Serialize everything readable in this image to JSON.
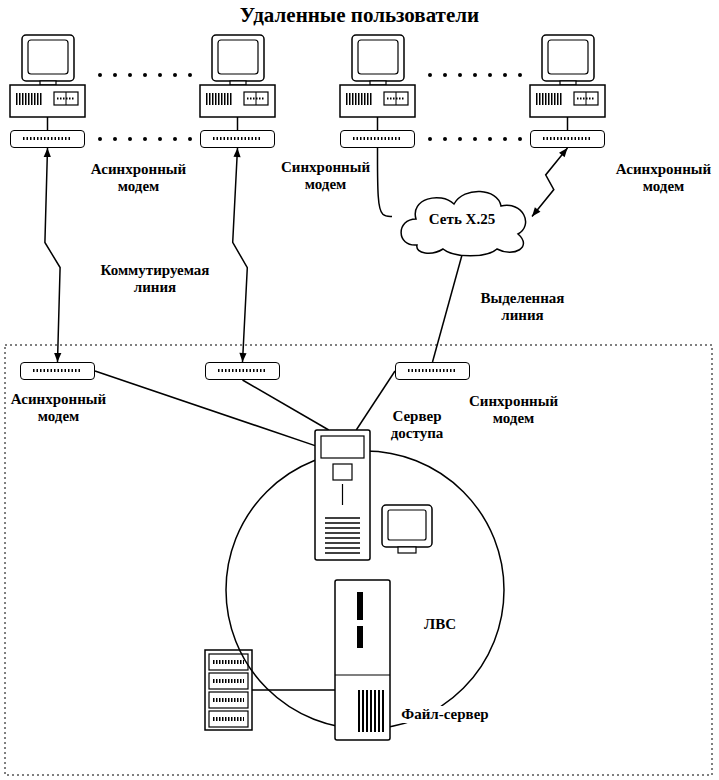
{
  "diagram": {
    "title": "Удаленные пользователи",
    "nodes": [
      {
        "text": [
          "Асинхронный модем"
        ]
      },
      {
        "text": []
      },
      {
        "text": [
          "Синхронный модем"
        ]
      },
      {
        "text": [
          "Асинхронный модем"
        ]
      },
      {
        "text": [
          "Сеть X.25"
        ]
      },
      {
        "text": [
          "Асинхронный модем"
        ]
      },
      {
        "text": []
      },
      {
        "text": [
          "Синхронный модем"
        ]
      },
      {
        "text": [
          "Сервер доступа"
        ]
      },
      {
        "text": [
          "ЛВС"
        ]
      },
      {
        "text": [
          "Файл-сервер"
        ]
      }
    ],
    "edges": [
      {
        "from": 0,
        "to": 5,
        "arrow": "both"
      },
      {
        "from": 1,
        "to": 6,
        "arrow": "both"
      },
      {
        "from": 2,
        "to": 4,
        "arrow": "none"
      },
      {
        "from": 3,
        "to": 4,
        "arrow": "both"
      },
      {
        "from": 4,
        "to": 7,
        "label": "Выделенная линия",
        "arrow": "none"
      },
      {
        "from": 5,
        "to": 8,
        "arrow": "none"
      },
      {
        "from": 6,
        "to": 8,
        "arrow": "none"
      },
      {
        "from": 7,
        "to": 8,
        "arrow": "none"
      }
    ],
    "labels": [
      "Коммутируемая линия"
    ]
  }
}
